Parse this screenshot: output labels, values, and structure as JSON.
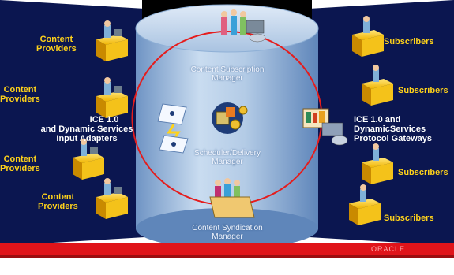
{
  "providers": [
    {
      "line1": "Content",
      "line2": "Providers"
    },
    {
      "line1": "Content",
      "line2": "Providers"
    },
    {
      "line1": "Content",
      "line2": "Providers"
    },
    {
      "line1": "Content",
      "line2": "Providers"
    }
  ],
  "subscribers": [
    "Subscribers",
    "Subscribers",
    "Subscribers",
    "Subscribers"
  ],
  "input_adapters": {
    "line1": "ICE 1.0",
    "line2": "and Dynamic Services",
    "line3": "Input Adapters"
  },
  "protocol_gateways": {
    "line1": "ICE 1.0 and",
    "line2": "DynamicServices",
    "line3": "Protocol Gateways"
  },
  "center_components": {
    "subscription": {
      "line1": "Content Subscription",
      "line2": "Manager"
    },
    "scheduler": {
      "line1": "Scheduler/Delivery",
      "line2": "Manager"
    },
    "syndication": {
      "line1": "Content Syndication",
      "line2": "Manager"
    }
  },
  "brand": "ORACLE",
  "colors": {
    "label_yellow": "#ffd21a",
    "panel_navy": "#0b1650",
    "cylinder_blue": "#a8c6e6",
    "flow_red": "#e51c1c",
    "footer_red": "#e0141a"
  }
}
